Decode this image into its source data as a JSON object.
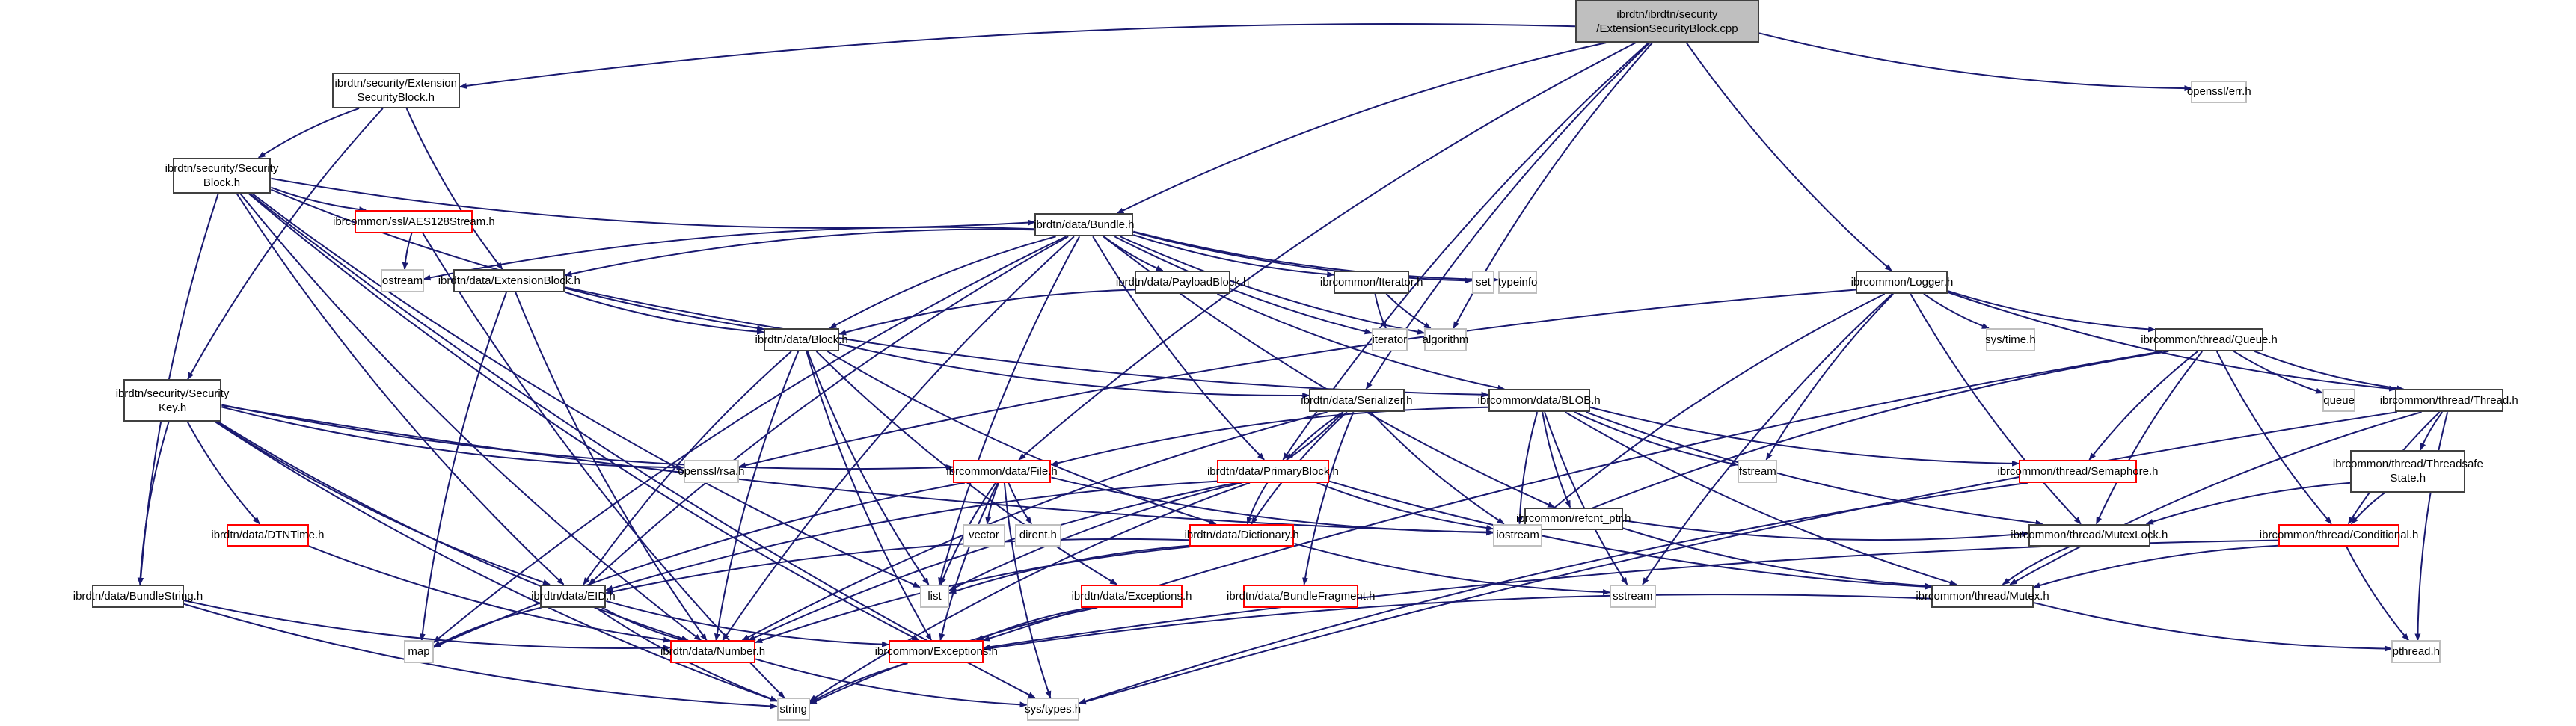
{
  "title": "Include dependency graph for ExtensionSecurityBlock.cpp",
  "colors": {
    "edge": "#191970",
    "root_fill": "#bfbfbf",
    "red_border": "#ff0000",
    "gray_border": "#bfbfbf",
    "black_border": "#404040"
  },
  "nodes": [
    {
      "id": "root",
      "label": "ibrdtn/ibrdtn/security\n/ExtensionSecurityBlock.cpp",
      "style": "root"
    },
    {
      "id": "esb",
      "label": "ibrdtn/security/Extension\nSecurityBlock.h",
      "style": "black"
    },
    {
      "id": "sb",
      "label": "ibrdtn/security/Security\nBlock.h",
      "style": "black"
    },
    {
      "id": "aes",
      "label": "ibrcommon/ssl/AES128Stream.h",
      "style": "red"
    },
    {
      "id": "ostream",
      "label": "ostream",
      "style": "gray"
    },
    {
      "id": "extblock",
      "label": "ibrdtn/data/ExtensionBlock.h",
      "style": "black"
    },
    {
      "id": "bundle",
      "label": "ibrdtn/data/Bundle.h",
      "style": "black"
    },
    {
      "id": "payload",
      "label": "ibrdtn/data/PayloadBlock.h",
      "style": "black"
    },
    {
      "id": "iteratorh",
      "label": "ibrcommon/Iterator.h",
      "style": "black"
    },
    {
      "id": "set",
      "label": "set",
      "style": "gray"
    },
    {
      "id": "typeinfo",
      "label": "typeinfo",
      "style": "gray"
    },
    {
      "id": "iterator",
      "label": "iterator",
      "style": "gray"
    },
    {
      "id": "algorithm",
      "label": "algorithm",
      "style": "gray"
    },
    {
      "id": "logger",
      "label": "ibrcommon/Logger.h",
      "style": "black"
    },
    {
      "id": "systime",
      "label": "sys/time.h",
      "style": "gray"
    },
    {
      "id": "queueh",
      "label": "ibrcommon/thread/Queue.h",
      "style": "black"
    },
    {
      "id": "queue",
      "label": "queue",
      "style": "gray"
    },
    {
      "id": "thread",
      "label": "ibrcommon/thread/Thread.h",
      "style": "black"
    },
    {
      "id": "tss",
      "label": "ibrcommon/thread/Threadsafe\nState.h",
      "style": "black"
    },
    {
      "id": "err",
      "label": "openssl/err.h",
      "style": "gray"
    },
    {
      "id": "block",
      "label": "ibrdtn/data/Block.h",
      "style": "black"
    },
    {
      "id": "seckey",
      "label": "ibrdtn/security/Security\nKey.h",
      "style": "black"
    },
    {
      "id": "rsa",
      "label": "openssl/rsa.h",
      "style": "gray"
    },
    {
      "id": "file",
      "label": "ibrcommon/data/File.h",
      "style": "red"
    },
    {
      "id": "serializer",
      "label": "ibrdtn/data/Serializer.h",
      "style": "black"
    },
    {
      "id": "blob",
      "label": "ibrcommon/data/BLOB.h",
      "style": "black"
    },
    {
      "id": "primary",
      "label": "ibrdtn/data/PrimaryBlock.h",
      "style": "red"
    },
    {
      "id": "refcnt",
      "label": "ibrcommon/refcnt_ptr.h",
      "style": "black"
    },
    {
      "id": "fstream",
      "label": "fstream",
      "style": "gray"
    },
    {
      "id": "semaphore",
      "label": "ibrcommon/thread/Semaphore.h",
      "style": "red"
    },
    {
      "id": "dtntime",
      "label": "ibrdtn/data/DTNTime.h",
      "style": "red"
    },
    {
      "id": "vector",
      "label": "vector",
      "style": "gray"
    },
    {
      "id": "dirent",
      "label": "dirent.h",
      "style": "gray"
    },
    {
      "id": "dictionary",
      "label": "ibrdtn/data/Dictionary.h",
      "style": "red"
    },
    {
      "id": "iostream",
      "label": "iostream",
      "style": "gray"
    },
    {
      "id": "mutexlock",
      "label": "ibrcommon/thread/MutexLock.h",
      "style": "black"
    },
    {
      "id": "conditional",
      "label": "ibrcommon/thread/Conditional.h",
      "style": "red"
    },
    {
      "id": "bstring",
      "label": "ibrdtn/data/BundleString.h",
      "style": "black"
    },
    {
      "id": "eid",
      "label": "ibrdtn/data/EID.h",
      "style": "black"
    },
    {
      "id": "list",
      "label": "list",
      "style": "gray"
    },
    {
      "id": "dexc",
      "label": "ibrdtn/data/Exceptions.h",
      "style": "red"
    },
    {
      "id": "bfrag",
      "label": "ibrdtn/data/BundleFragment.h",
      "style": "red"
    },
    {
      "id": "sstream",
      "label": "sstream",
      "style": "gray"
    },
    {
      "id": "mutex",
      "label": "ibrcommon/thread/Mutex.h",
      "style": "black"
    },
    {
      "id": "map",
      "label": "map",
      "style": "gray"
    },
    {
      "id": "number",
      "label": "ibrdtn/data/Number.h",
      "style": "red"
    },
    {
      "id": "cexc",
      "label": "ibrcommon/Exceptions.h",
      "style": "red"
    },
    {
      "id": "pthread",
      "label": "pthread.h",
      "style": "gray"
    },
    {
      "id": "string",
      "label": "string",
      "style": "gray"
    },
    {
      "id": "systypes",
      "label": "sys/types.h",
      "style": "gray"
    }
  ],
  "edges": [
    [
      "root",
      "esb"
    ],
    [
      "root",
      "bundle"
    ],
    [
      "root",
      "err"
    ],
    [
      "root",
      "logger"
    ],
    [
      "root",
      "algorithm"
    ],
    [
      "root",
      "serializer"
    ],
    [
      "root",
      "file"
    ],
    [
      "root",
      "primary"
    ],
    [
      "esb",
      "sb"
    ],
    [
      "esb",
      "seckey"
    ],
    [
      "esb",
      "extblock"
    ],
    [
      "sb",
      "aes"
    ],
    [
      "sb",
      "bundle"
    ],
    [
      "sb",
      "block"
    ],
    [
      "sb",
      "bstring"
    ],
    [
      "sb",
      "eid"
    ],
    [
      "sb",
      "number"
    ],
    [
      "sb",
      "list"
    ],
    [
      "sb",
      "cexc"
    ],
    [
      "sb",
      "systypes"
    ],
    [
      "aes",
      "ostream"
    ],
    [
      "aes",
      "string"
    ],
    [
      "extblock",
      "block"
    ],
    [
      "extblock",
      "map"
    ],
    [
      "extblock",
      "number"
    ],
    [
      "extblock",
      "blob"
    ],
    [
      "bundle",
      "payload"
    ],
    [
      "bundle",
      "iteratorh"
    ],
    [
      "bundle",
      "set"
    ],
    [
      "bundle",
      "typeinfo"
    ],
    [
      "bundle",
      "iterator"
    ],
    [
      "bundle",
      "algorithm"
    ],
    [
      "bundle",
      "extblock"
    ],
    [
      "bundle",
      "block"
    ],
    [
      "bundle",
      "primary"
    ],
    [
      "bundle",
      "eid"
    ],
    [
      "bundle",
      "list"
    ],
    [
      "bundle",
      "ostream"
    ],
    [
      "bundle",
      "refcnt"
    ],
    [
      "bundle",
      "map"
    ],
    [
      "bundle",
      "number"
    ],
    [
      "payload",
      "block"
    ],
    [
      "payload",
      "blob"
    ],
    [
      "iteratorh",
      "iterator"
    ],
    [
      "iteratorh",
      "algorithm"
    ],
    [
      "logger",
      "systime"
    ],
    [
      "logger",
      "queueh"
    ],
    [
      "logger",
      "thread"
    ],
    [
      "logger",
      "fstream"
    ],
    [
      "logger",
      "iostream"
    ],
    [
      "logger",
      "sstream"
    ],
    [
      "logger",
      "rsa"
    ],
    [
      "logger",
      "mutexlock"
    ],
    [
      "queueh",
      "queue"
    ],
    [
      "queueh",
      "thread"
    ],
    [
      "queueh",
      "semaphore"
    ],
    [
      "queueh",
      "mutexlock"
    ],
    [
      "queueh",
      "conditional"
    ],
    [
      "queueh",
      "cexc"
    ],
    [
      "queueh",
      "iostream"
    ],
    [
      "thread",
      "tss"
    ],
    [
      "thread",
      "conditional"
    ],
    [
      "thread",
      "mutex"
    ],
    [
      "thread",
      "pthread"
    ],
    [
      "thread",
      "systypes"
    ],
    [
      "tss",
      "conditional"
    ],
    [
      "tss",
      "mutexlock"
    ],
    [
      "block",
      "serializer"
    ],
    [
      "block",
      "eid"
    ],
    [
      "block",
      "number"
    ],
    [
      "block",
      "list"
    ],
    [
      "block",
      "dictionary"
    ],
    [
      "block",
      "cexc"
    ],
    [
      "block",
      "dexc"
    ],
    [
      "seckey",
      "file"
    ],
    [
      "seckey",
      "rsa"
    ],
    [
      "seckey",
      "dtntime"
    ],
    [
      "seckey",
      "bstring"
    ],
    [
      "seckey",
      "eid"
    ],
    [
      "seckey",
      "number"
    ],
    [
      "seckey",
      "iostream"
    ],
    [
      "seckey",
      "string"
    ],
    [
      "serializer",
      "primary"
    ],
    [
      "serializer",
      "dictionary"
    ],
    [
      "serializer",
      "iostream"
    ],
    [
      "serializer",
      "bfrag"
    ],
    [
      "serializer",
      "number"
    ],
    [
      "blob",
      "file"
    ],
    [
      "blob",
      "refcnt"
    ],
    [
      "blob",
      "fstream"
    ],
    [
      "blob",
      "semaphore"
    ],
    [
      "blob",
      "iostream"
    ],
    [
      "blob",
      "sstream"
    ],
    [
      "blob",
      "mutexlock"
    ],
    [
      "blob",
      "mutex"
    ],
    [
      "primary",
      "serializer"
    ],
    [
      "primary",
      "dictionary"
    ],
    [
      "primary",
      "eid"
    ],
    [
      "primary",
      "iostream"
    ],
    [
      "primary",
      "list"
    ],
    [
      "primary",
      "string"
    ],
    [
      "primary",
      "mutex"
    ],
    [
      "primary",
      "number"
    ],
    [
      "file",
      "vector"
    ],
    [
      "file",
      "dirent"
    ],
    [
      "file",
      "list"
    ],
    [
      "file",
      "cexc"
    ],
    [
      "file",
      "map"
    ],
    [
      "file",
      "iostream"
    ],
    [
      "file",
      "systypes"
    ],
    [
      "refcnt",
      "mutexlock"
    ],
    [
      "refcnt",
      "mutex"
    ],
    [
      "semaphore",
      "systypes"
    ],
    [
      "dtntime",
      "number"
    ],
    [
      "dictionary",
      "eid"
    ],
    [
      "dictionary",
      "list"
    ],
    [
      "dictionary",
      "sstream"
    ],
    [
      "dictionary",
      "number"
    ],
    [
      "mutexlock",
      "mutex"
    ],
    [
      "conditional",
      "mutex"
    ],
    [
      "conditional",
      "pthread"
    ],
    [
      "conditional",
      "cexc"
    ],
    [
      "bstring",
      "number"
    ],
    [
      "bstring",
      "string"
    ],
    [
      "eid",
      "number"
    ],
    [
      "eid",
      "map"
    ],
    [
      "eid",
      "string"
    ],
    [
      "eid",
      "cexc"
    ],
    [
      "dexc",
      "cexc"
    ],
    [
      "dexc",
      "string"
    ],
    [
      "number",
      "systypes"
    ],
    [
      "cexc",
      "string"
    ],
    [
      "mutex",
      "pthread"
    ],
    [
      "mutex",
      "cexc"
    ]
  ]
}
